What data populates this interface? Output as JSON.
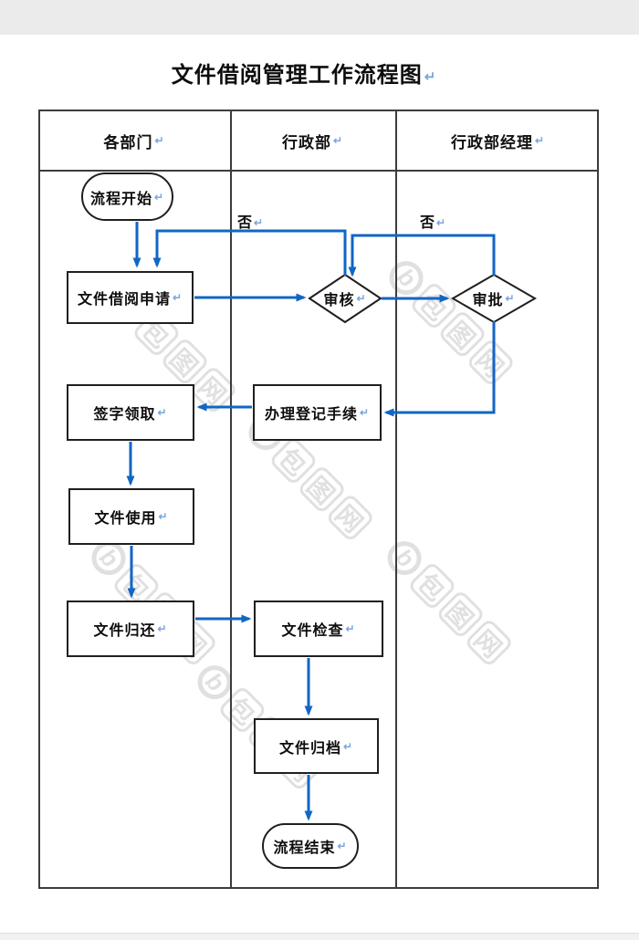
{
  "title": {
    "text": "文件借阅管理工作流程图"
  },
  "marks": {
    "return_mark": "↵"
  },
  "lanes": {
    "col1": "各部门",
    "col2": "行政部",
    "col3": "行政部经理"
  },
  "nodes": {
    "start": "流程开始",
    "apply": "文件借阅申请",
    "review": "审核",
    "approve": "审批",
    "register": "办理登记手续",
    "sign": "签字领取",
    "use": "文件使用",
    "return": "文件归还",
    "check": "文件检查",
    "archive": "文件归档",
    "end": "流程结束"
  },
  "edges": {
    "review_no": "否",
    "approve_no": "否"
  },
  "watermark": {
    "logo": "b",
    "chars": [
      "包",
      "图",
      "网"
    ]
  },
  "colors": {
    "arrow_blue": "#1166c4",
    "return_mark_blue": "#7da7dd",
    "node_border": "#1f1f1f",
    "grid_border": "#3c3c3c",
    "top_strip": "#ebebeb"
  }
}
